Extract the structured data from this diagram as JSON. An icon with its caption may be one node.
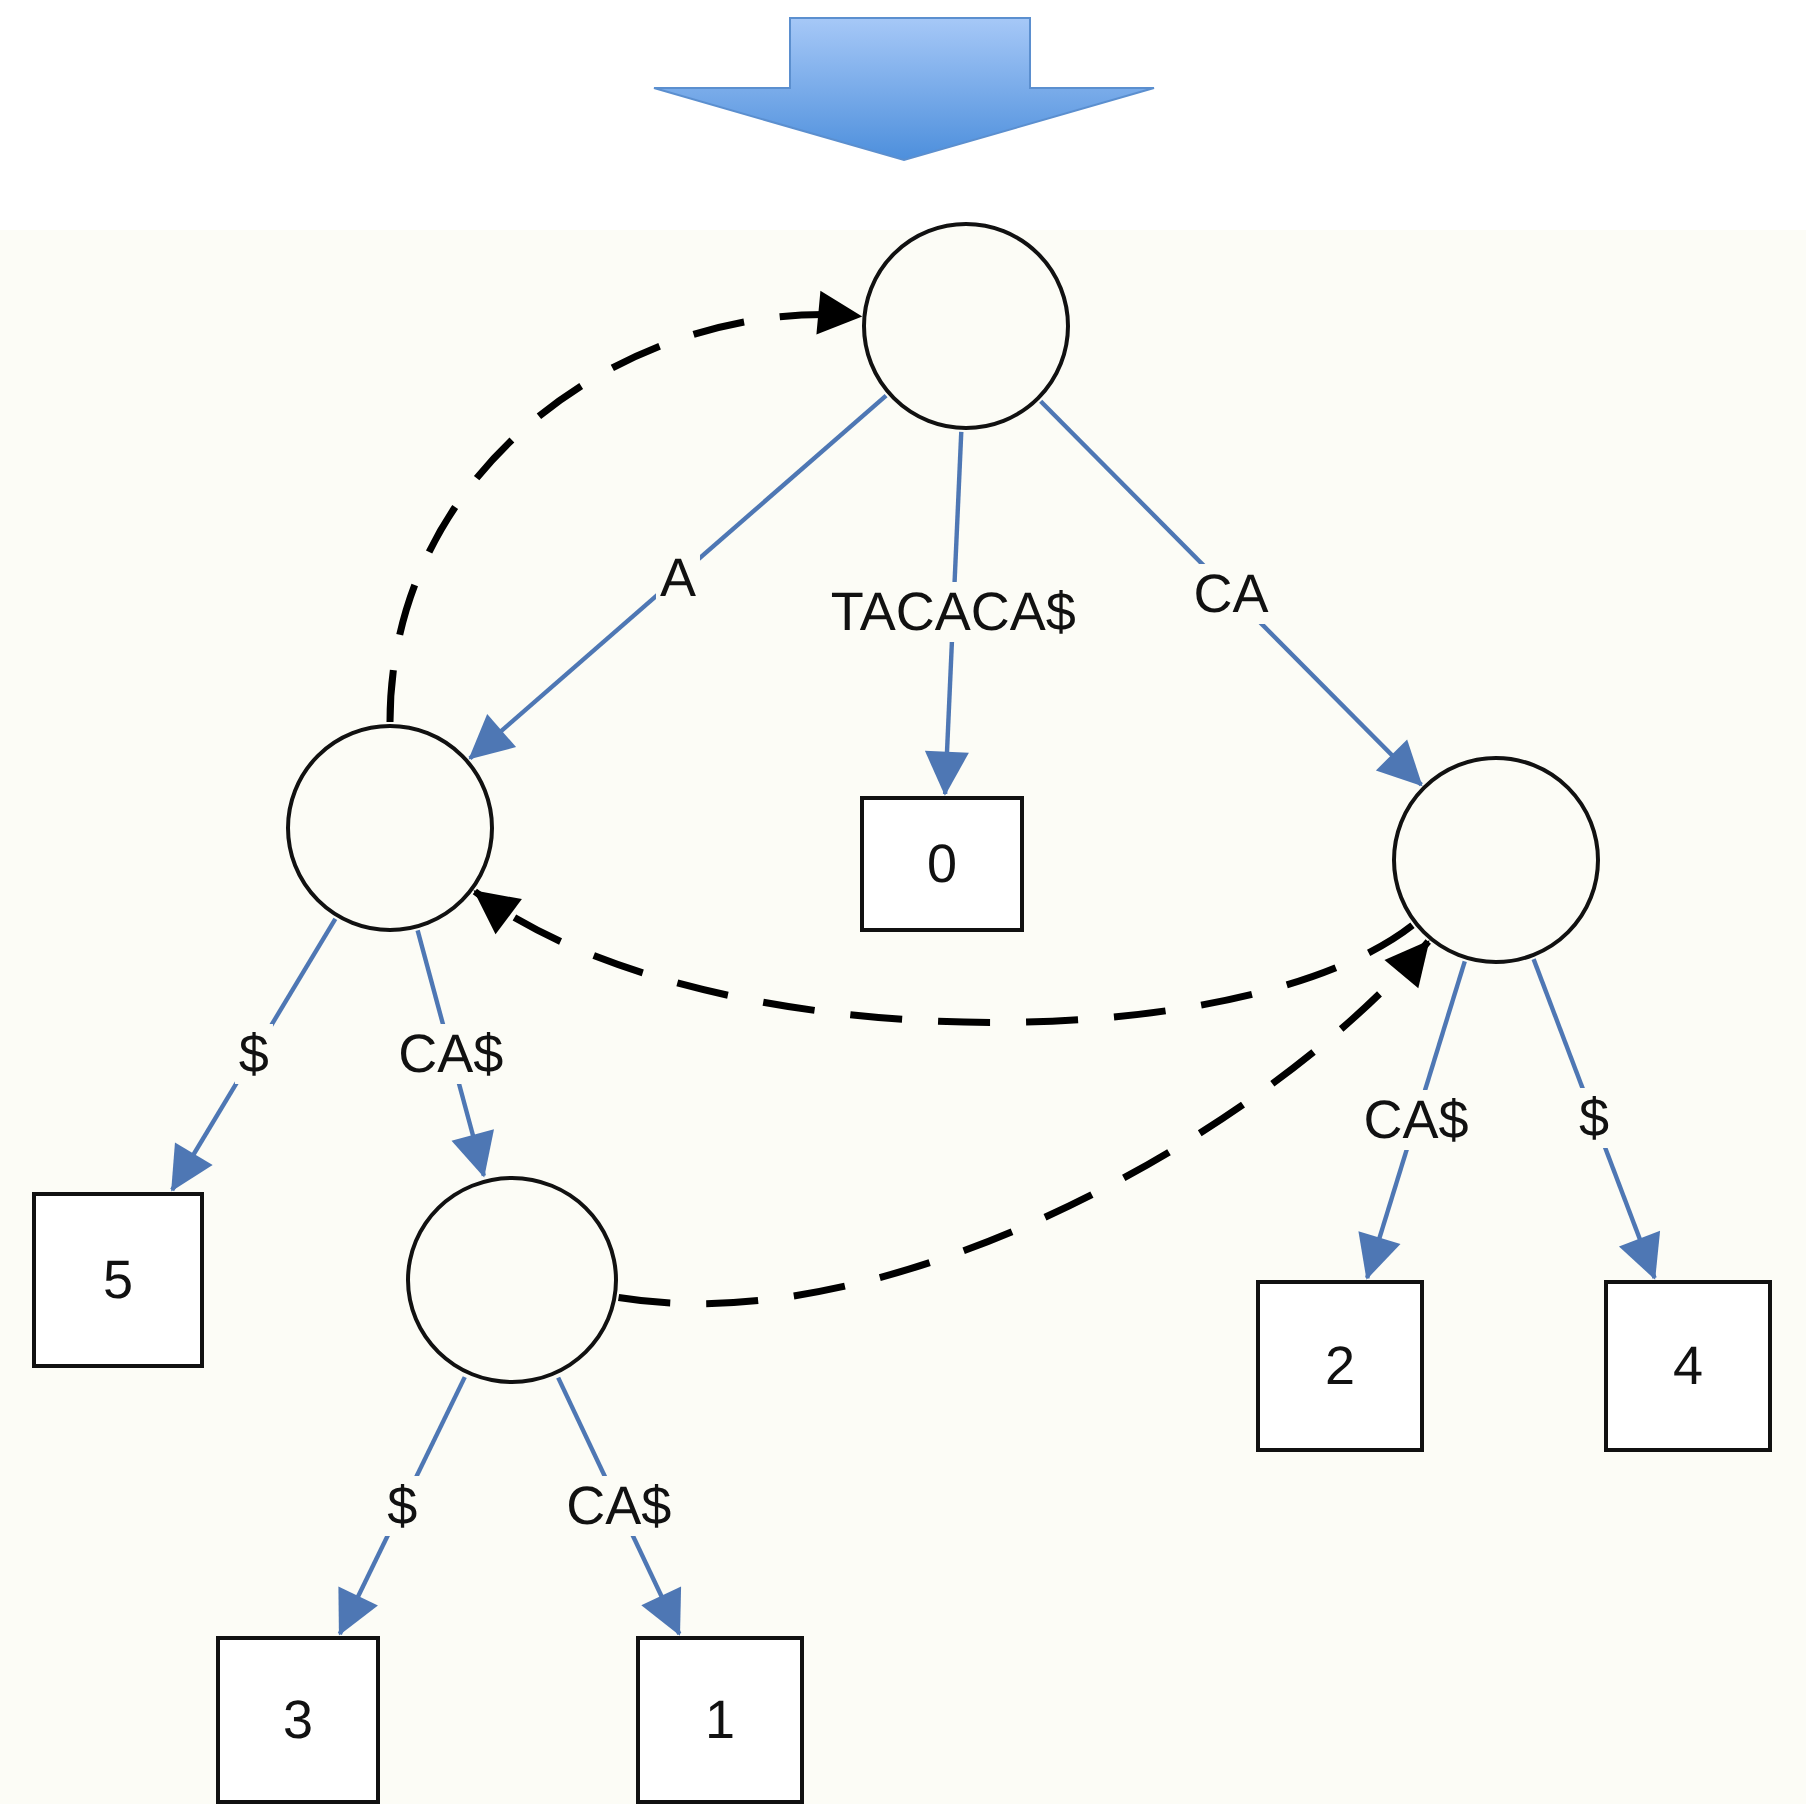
{
  "diagram": {
    "nodes": [
      {
        "text": [],
        "shape": "circle"
      },
      {
        "text": [],
        "shape": "circle"
      },
      {
        "text": [
          "0"
        ]
      },
      {
        "text": [],
        "shape": "circle"
      },
      {
        "text": [
          "5"
        ]
      },
      {
        "text": [],
        "shape": "circle"
      },
      {
        "text": [
          "2"
        ]
      },
      {
        "text": [
          "4"
        ]
      },
      {
        "text": [
          "3"
        ]
      },
      {
        "text": [
          "1"
        ]
      }
    ],
    "edges": [
      {
        "from": 0,
        "to": 1,
        "arrow": "to",
        "label": "A"
      },
      {
        "from": 0,
        "to": 2,
        "arrow": "to",
        "label": "TACACA$"
      },
      {
        "from": 0,
        "to": 3,
        "arrow": "to",
        "label": "CA"
      },
      {
        "from": 1,
        "to": 4,
        "arrow": "to",
        "label": "$"
      },
      {
        "from": 1,
        "to": 5,
        "arrow": "to",
        "label": "CA$"
      },
      {
        "from": 3,
        "to": 6,
        "arrow": "to",
        "label": "CA$"
      },
      {
        "from": 3,
        "to": 7,
        "arrow": "to",
        "label": "$"
      },
      {
        "from": 5,
        "to": 8,
        "arrow": "to",
        "label": "$"
      },
      {
        "from": 5,
        "to": 9,
        "arrow": "to",
        "label": "CA$"
      },
      {
        "from": 1,
        "to": 0,
        "arrow": "to",
        "style": "dashed",
        "color": "#000000"
      },
      {
        "from": 3,
        "to": 1,
        "arrow": "to",
        "style": "dashed",
        "color": "#000000"
      },
      {
        "from": 5,
        "to": 3,
        "arrow": "to",
        "style": "dashed",
        "color": "#000000"
      }
    ]
  }
}
